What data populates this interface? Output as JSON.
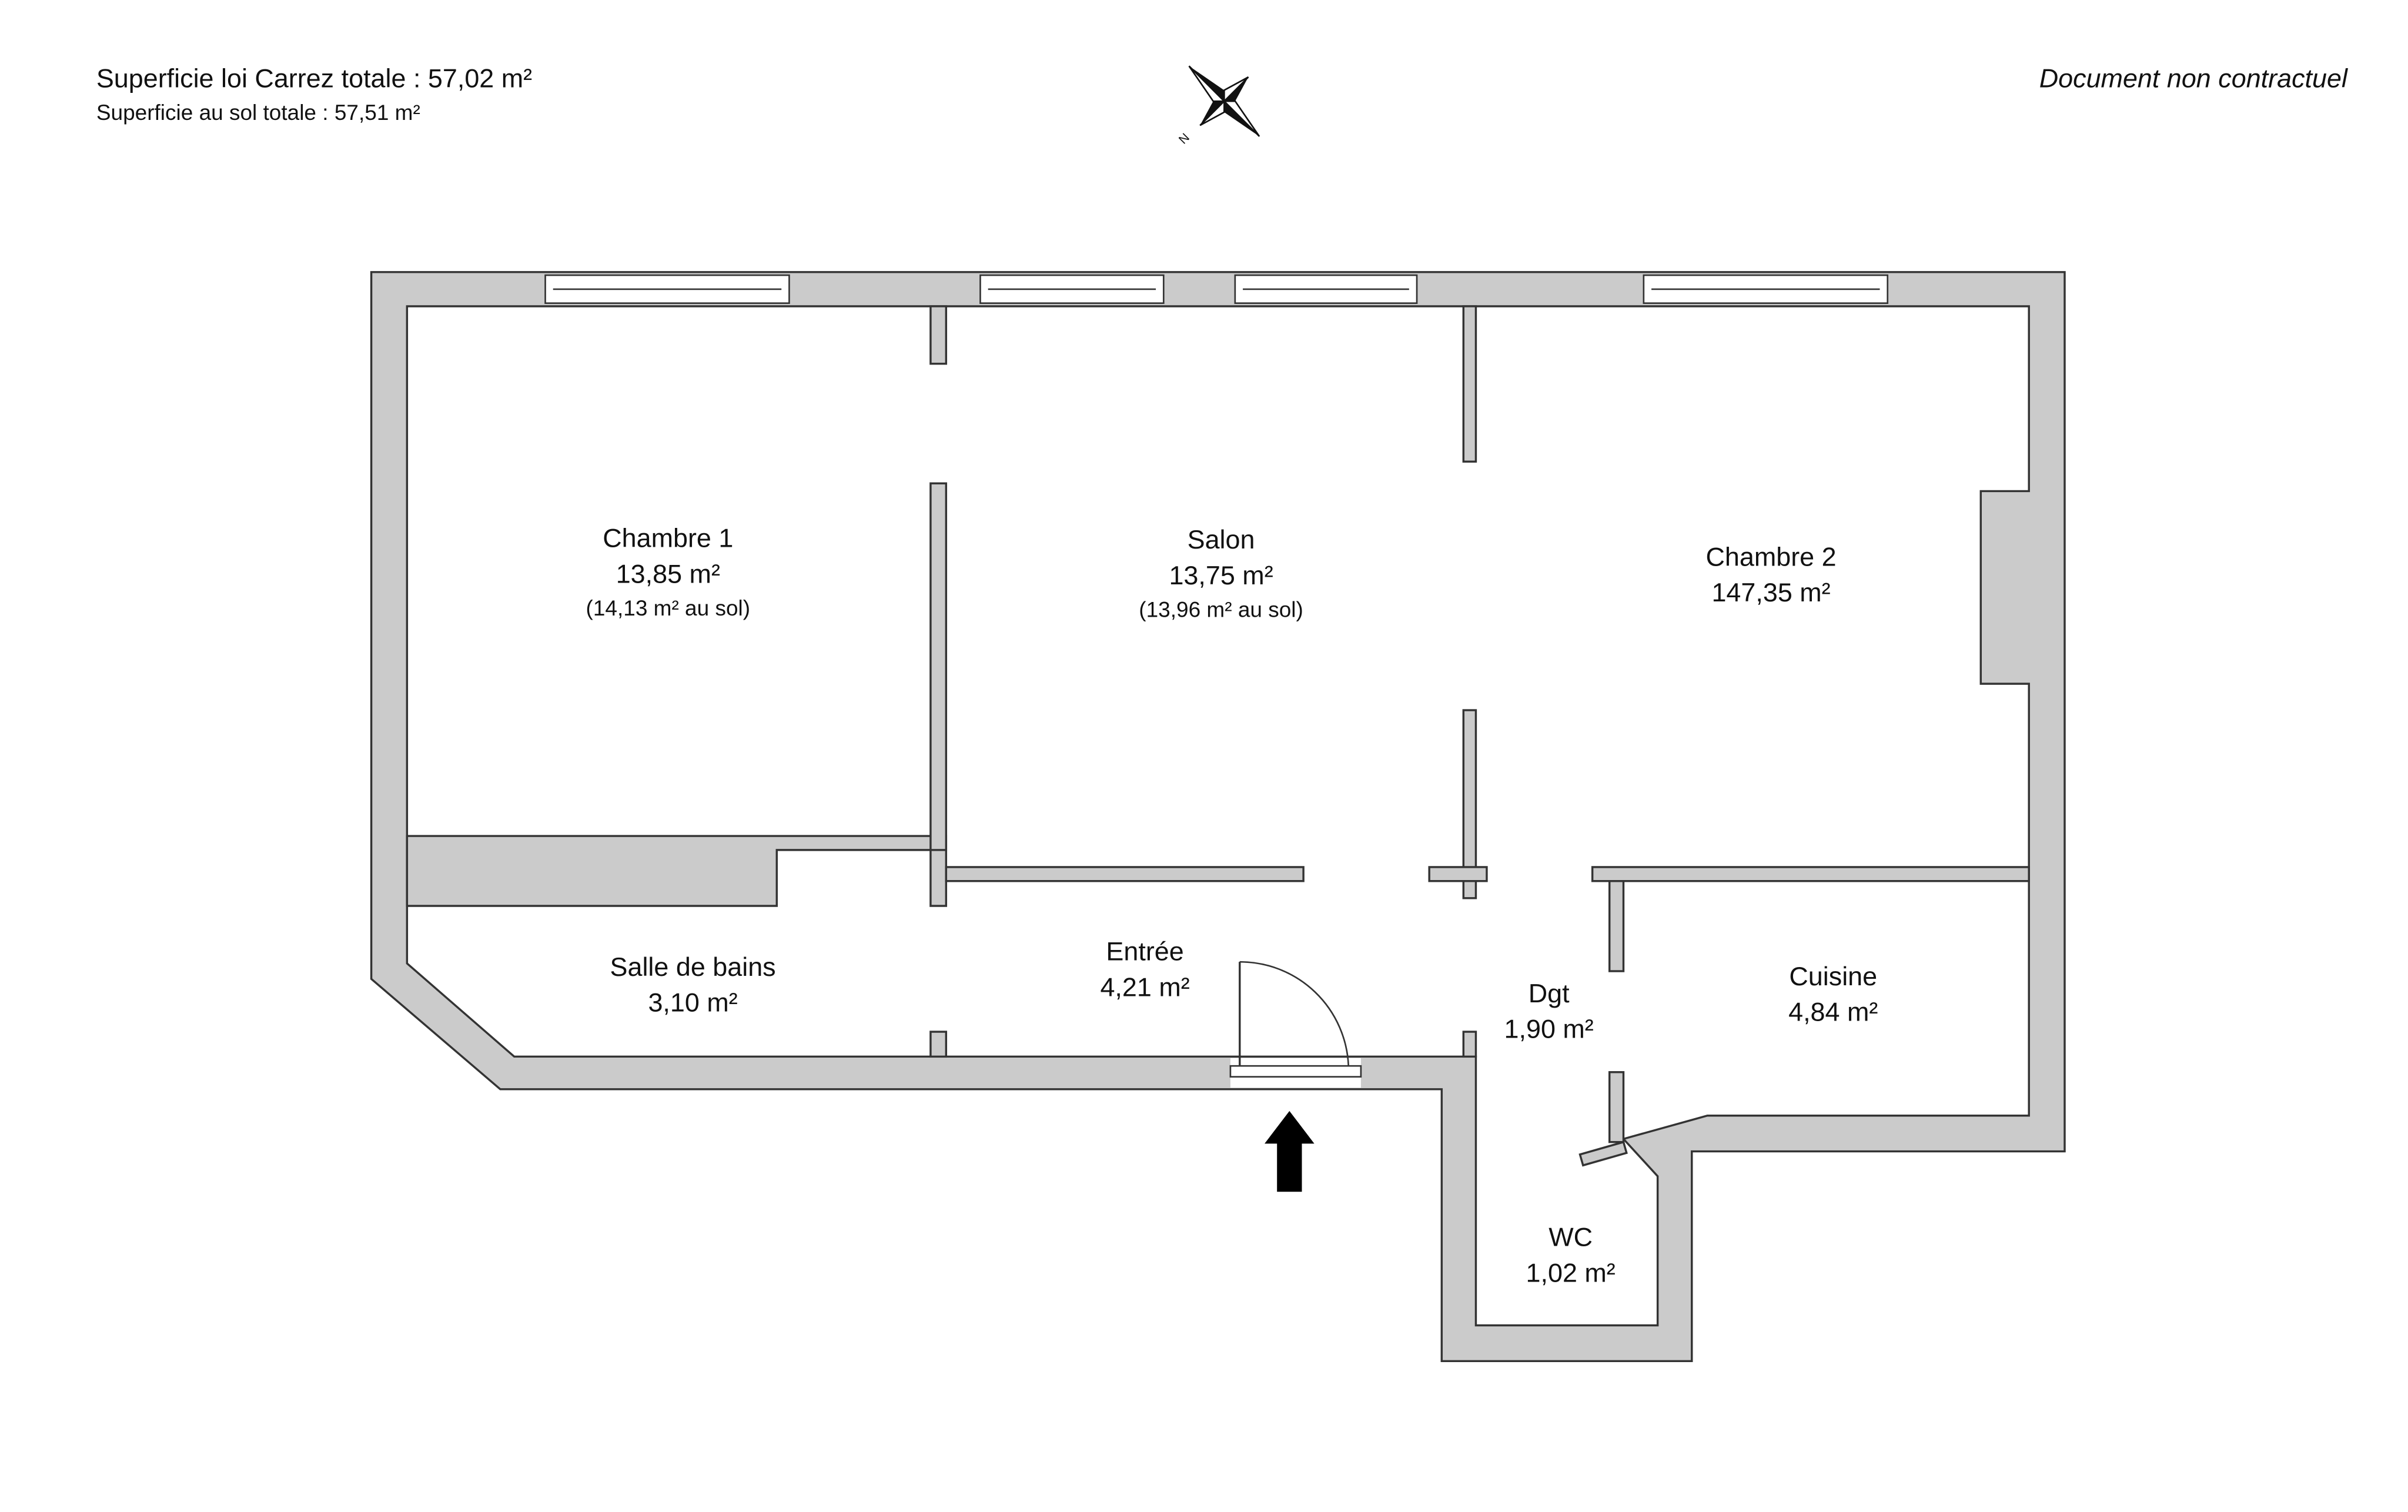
{
  "header": {
    "carrez_total": "Superficie loi Carrez totale :  57,02 m²",
    "sol_total": "Superficie au sol totale :  57,51 m²",
    "disclaimer": "Document non contractuel",
    "compass_label": "N"
  },
  "rooms": [
    {
      "name": "Chambre 1",
      "area": "13,85 m²",
      "sol": "(14,13 m² au sol)"
    },
    {
      "name": "Salon",
      "area": "13,75 m²",
      "sol": "(13,96 m² au sol)"
    },
    {
      "name": "Chambre 2",
      "area": "147,35 m²"
    },
    {
      "name": "Salle de bains",
      "area": "3,10 m²"
    },
    {
      "name": "Entrée",
      "area": "4,21 m²"
    },
    {
      "name": "Dgt",
      "area": "1,90 m²"
    },
    {
      "name": "Cuisine",
      "area": "4,84 m²"
    },
    {
      "name": "WC",
      "area": "1,02 m²"
    }
  ],
  "colors": {
    "wall": "#cbcbcb",
    "line": "#333333"
  }
}
